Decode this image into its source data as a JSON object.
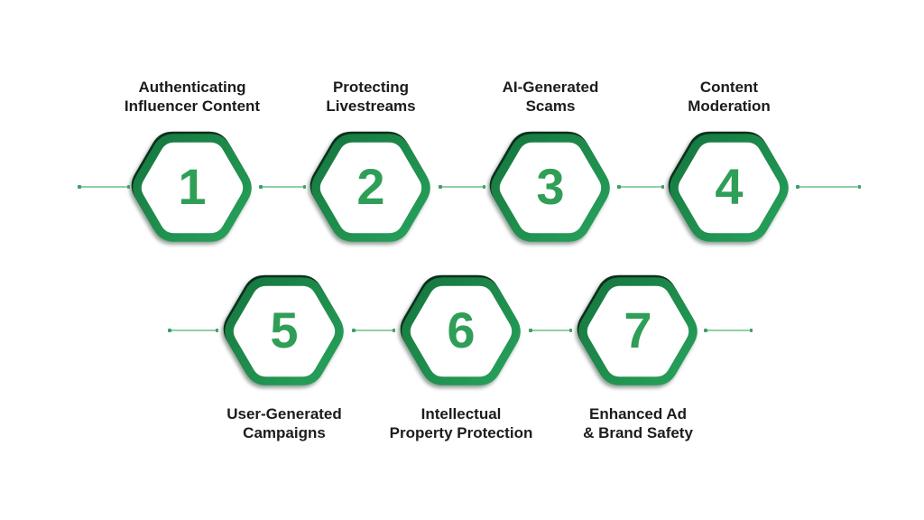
{
  "diagram": {
    "type": "process-hexagon-infographic",
    "steps": [
      {
        "number": "1",
        "label": "Authenticating\nInfluencer Content",
        "row": 1
      },
      {
        "number": "2",
        "label": "Protecting\nLivestreams",
        "row": 1
      },
      {
        "number": "3",
        "label": "AI-Generated\nScams",
        "row": 1
      },
      {
        "number": "4",
        "label": "Content\nModeration",
        "row": 1
      },
      {
        "number": "5",
        "label": "User-Generated\nCampaigns",
        "row": 2
      },
      {
        "number": "6",
        "label": "Intellectual\nProperty Protection",
        "row": 2
      },
      {
        "number": "7",
        "label": "Enhanced Ad\n& Brand Safety",
        "row": 2
      }
    ],
    "colors": {
      "background": "#ffffff",
      "hex_ring_green": "#1e8c4c",
      "hex_ring_shadow": "#0b2f1c",
      "number_green": "#2f9e57",
      "label_text": "#1c1c1c",
      "connector_line": "#90cfa7",
      "connector_dot": "#3f9e67"
    }
  }
}
